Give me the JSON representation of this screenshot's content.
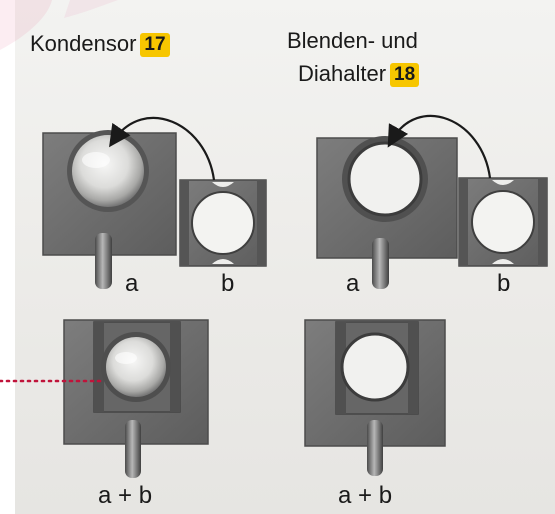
{
  "title_condenser": "Kondensor",
  "badge_condenser": "17",
  "title_holder_line1": "Blenden- und",
  "title_holder_line2": "Diahalter",
  "badge_holder": "18",
  "parts": {
    "top_left_a": "a",
    "top_left_b": "b",
    "top_right_a": "a",
    "top_right_b": "b",
    "bottom_left": "a + b",
    "bottom_right": "a + b"
  },
  "colors": {
    "badge": "#f7c600",
    "pointer_dots": "#c0133a",
    "swoosh": "#d7195e",
    "plate": "#6f6f6f",
    "arrow": "#1a1a1a"
  },
  "icons": {
    "arrow": "curved-arrow-icon",
    "pointer": "dotted-pointer-line"
  }
}
